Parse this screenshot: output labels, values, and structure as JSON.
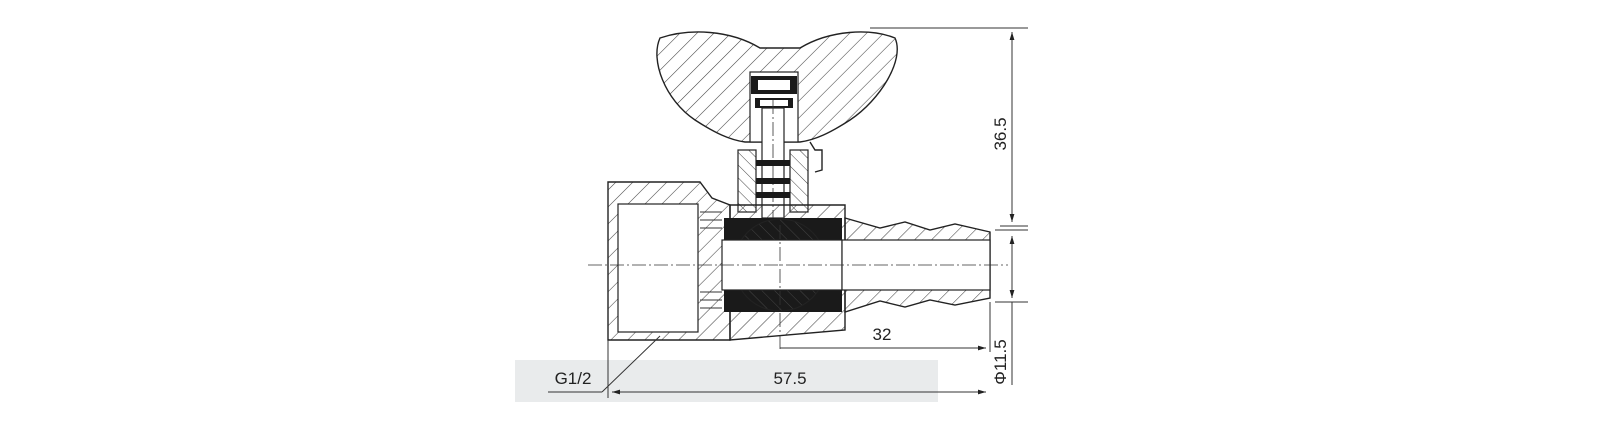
{
  "drawing": {
    "subject": "",
    "dimensions": {
      "height": "36.5",
      "bore": "Φ11.5",
      "hose_length": "32",
      "overall_length": "57.5",
      "thread": "G1/2"
    }
  }
}
